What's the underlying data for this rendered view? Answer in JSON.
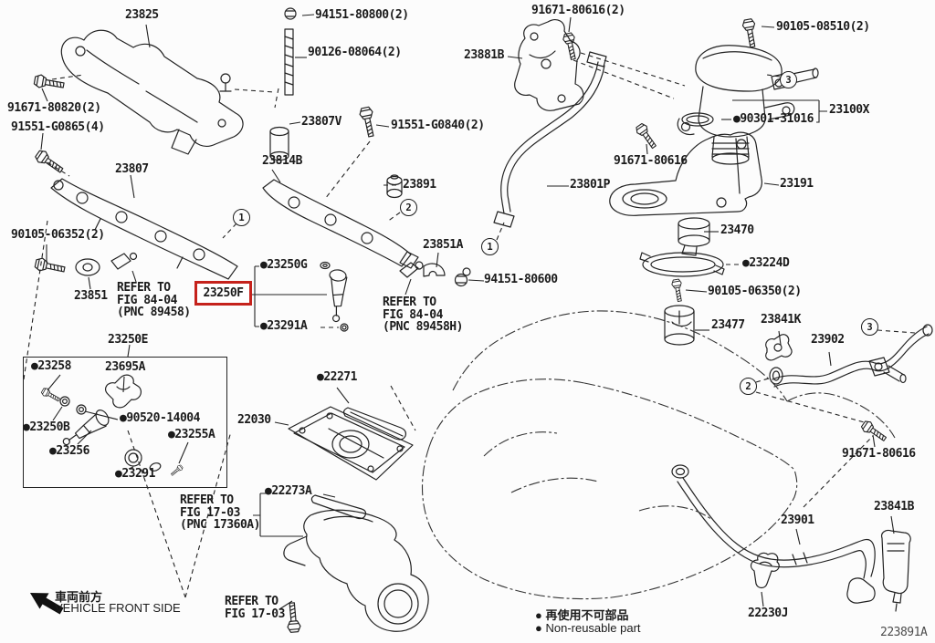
{
  "colors": {
    "background": "#fcfcfc",
    "ink": "#1b1b1b",
    "highlight_red": "#c5221c"
  },
  "drawing_number": "223891A",
  "highlighted_part": {
    "number": "23250F"
  },
  "front_marker": {
    "jp": "車両前方",
    "en": "VEHICLE FRONT SIDE"
  },
  "legend": {
    "jp": "● 再使用不可部品",
    "en": "● Non-reusable part"
  },
  "callouts": [
    "1",
    "2",
    "1",
    "2",
    "3",
    "3"
  ],
  "labels": [
    {
      "text": "23825"
    },
    {
      "text": "94151-80800(2)"
    },
    {
      "text": "90126-08064(2)"
    },
    {
      "text": "91671-80616(2)"
    },
    {
      "text": "90105-08510(2)"
    },
    {
      "text": "23881B"
    },
    {
      "text": "23100X"
    },
    {
      "text": "●90301-31016"
    },
    {
      "text": "91671-80820(2)"
    },
    {
      "text": "91551-G0865(4)"
    },
    {
      "text": "23807V"
    },
    {
      "text": "91551-G0840(2)"
    },
    {
      "text": "23807"
    },
    {
      "text": "23814B"
    },
    {
      "text": "23891"
    },
    {
      "text": "91671-80616"
    },
    {
      "text": "23801P"
    },
    {
      "text": "23191"
    },
    {
      "text": "90105-06352(2)"
    },
    {
      "text": "23470"
    },
    {
      "text": "23851"
    },
    {
      "text": "REFER TO\nFIG 84-04\n(PNC 89458)"
    },
    {
      "text": "●23250G"
    },
    {
      "text": "●23291A"
    },
    {
      "text": "23851A"
    },
    {
      "text": "REFER TO\nFIG 84-04\n(PNC 89458H)"
    },
    {
      "text": "94151-80600"
    },
    {
      "text": "●23224D"
    },
    {
      "text": "90105-06350(2)"
    },
    {
      "text": "23477"
    },
    {
      "text": "23841K"
    },
    {
      "text": "23902"
    },
    {
      "text": "23250E"
    },
    {
      "text": "●23258"
    },
    {
      "text": "23695A"
    },
    {
      "text": "●90520-14004"
    },
    {
      "text": "●23250B"
    },
    {
      "text": "●23255A"
    },
    {
      "text": "●23256"
    },
    {
      "text": "●23291"
    },
    {
      "text": "●22271"
    },
    {
      "text": "22030"
    },
    {
      "text": "●22273A"
    },
    {
      "text": "REFER TO\nFIG 17-03\n(PNC 17360A)"
    },
    {
      "text": "REFER TO\nFIG 17-03"
    },
    {
      "text": "23901"
    },
    {
      "text": "23841B"
    },
    {
      "text": "22230J"
    },
    {
      "text": "91671-80616"
    }
  ]
}
